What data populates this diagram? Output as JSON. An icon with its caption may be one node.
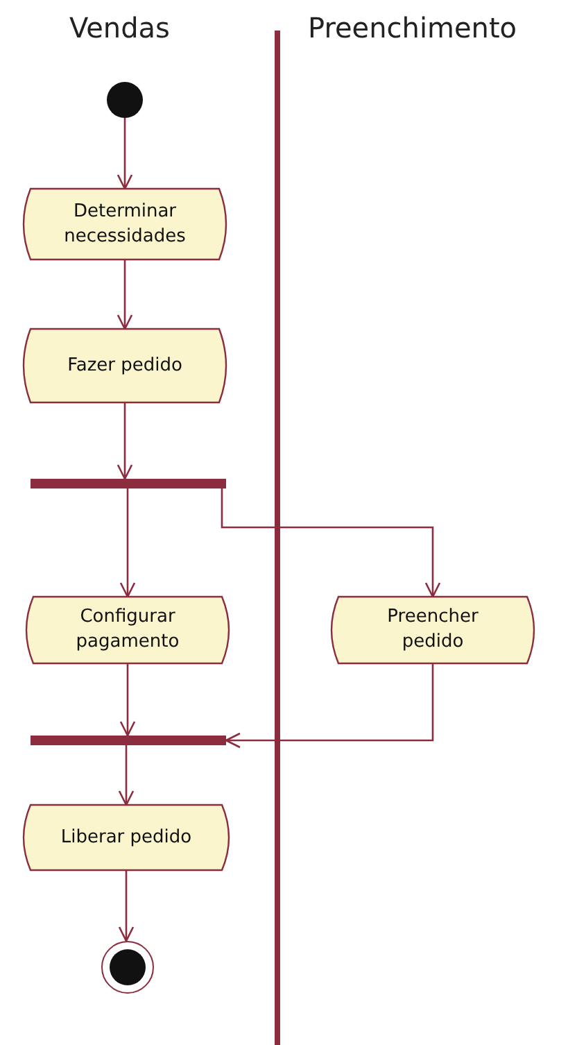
{
  "diagram": {
    "nodes": [
      {
        "text": [],
        "shape": "circle"
      },
      {
        "text": [
          "Determinar necessidades"
        ]
      },
      {
        "text": [
          "Fazer pedido"
        ]
      },
      {
        "text": [],
        "shape": "bar"
      },
      {
        "text": [
          "Configurar pagamento"
        ]
      },
      {
        "text": [
          "Preencher pedido"
        ]
      },
      {
        "text": [],
        "shape": "bar"
      },
      {
        "text": [
          "Liberar pedido"
        ]
      },
      {
        "text": [],
        "shape": "circle"
      }
    ],
    "edges": [
      {
        "from": 0,
        "to": 1,
        "arrow": "to"
      },
      {
        "from": 1,
        "to": 2,
        "arrow": "to"
      },
      {
        "from": 2,
        "to": 3,
        "arrow": "to"
      },
      {
        "from": 3,
        "to": 4,
        "arrow": "to"
      },
      {
        "from": 3,
        "to": 5,
        "arrow": "to"
      },
      {
        "from": 4,
        "to": 6,
        "arrow": "to"
      },
      {
        "from": 5,
        "to": 6,
        "arrow": "to"
      },
      {
        "from": 6,
        "to": 7,
        "arrow": "to"
      },
      {
        "from": 7,
        "to": 8,
        "arrow": "to"
      }
    ],
    "labels": [
      "Vendas",
      "Preenchimento"
    ]
  }
}
